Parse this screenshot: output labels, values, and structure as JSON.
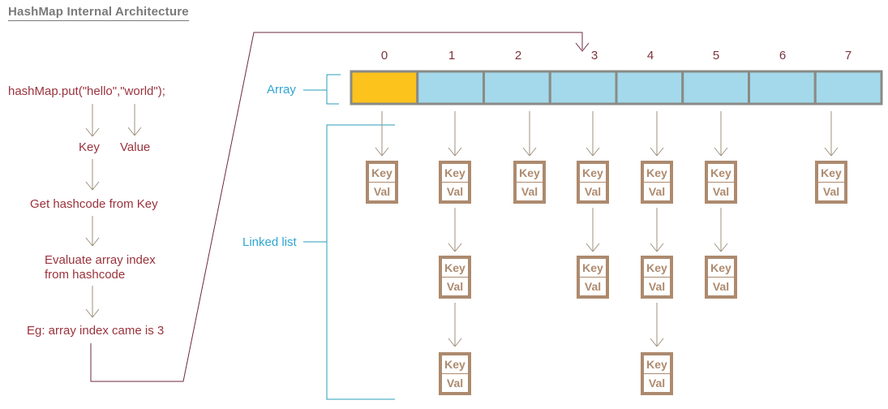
{
  "title": "HashMap Internal Architecture",
  "flow": {
    "code": "hashMap.put(\"hello\",\"world\");",
    "key_label": "Key",
    "value_label": "Value",
    "step1": "Get hashcode from Key",
    "step2_line1": "Evaluate array index",
    "step2_line2": "from hashcode",
    "step3": "Eg: array index came is 3"
  },
  "array": {
    "label": "Array",
    "indices": [
      "0",
      "1",
      "2",
      "3",
      "4",
      "5",
      "6",
      "7"
    ],
    "highlight_index": 0,
    "pointed_index": 3
  },
  "linked_list": {
    "label": "Linked list",
    "node_key_label": "Key",
    "node_val_label": "Val",
    "chain_lengths": [
      1,
      3,
      1,
      2,
      3,
      2,
      0,
      1
    ]
  },
  "colors": {
    "title": "#7a7a7a",
    "flow_text": "#9a323c",
    "connector": "#6e2a3c",
    "index_text": "#7c333d",
    "cell_highlight": "#fcc31d",
    "cell_normal": "#a3d9ea",
    "cell_border": "#8a8a85",
    "bracket": "#2a9cba",
    "label_cyan": "#2fa6d3",
    "node": "#ad8a6e",
    "arrow": "#9e907c"
  }
}
